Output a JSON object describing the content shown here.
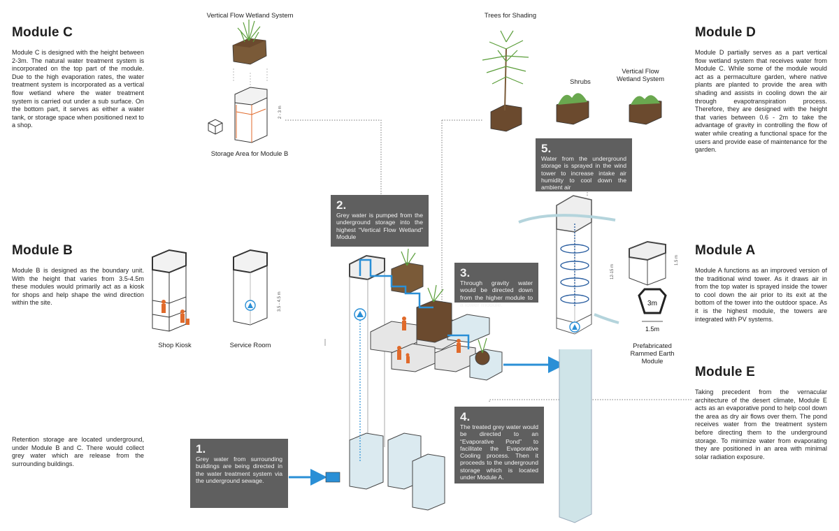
{
  "modules": {
    "c": {
      "title": "Module C",
      "text": "Module C is designed with the height between 2-3m. The natural water treatment system is incorporated on the top part of the module. Due to the high evaporation rates, the water treatment system is incorporated as a vertical flow wetland where the water treatment system is carried out under a sub surface. On the bottom part, it serves as either a water tank, or storage space when positioned next to a shop."
    },
    "b": {
      "title": "Module B",
      "text": "Module B is designed as the boundary unit. With the height that varies from 3.5-4.5m these modules would primarily act as a kiosk for shops and help shape the wind direction within the site."
    },
    "d": {
      "title": "Module D",
      "text": "Module D partially serves as a part vertical flow wetland system that receives water from Module C. While some of the module would act as a permaculture garden, where native plants are planted to provide the area with shading and assists in cooling down the air through evapotranspiration process. Therefore, they are designed with the height that varies between 0.6 - 2m to take the advantage of gravity in controlling the flow of water while creating a functional space for the users and provide ease of maintenance for the garden."
    },
    "a": {
      "title": "Module A",
      "text": "Module A functions as an improved version of the traditional wind tower. As it draws air in from the top water is sprayed inside the tower to cool down the air prior to its exit at the bottom of the tower into the outdoor space. As it is the highest module, the towers are integrated with PV systems."
    },
    "e": {
      "title": "Module E",
      "text": "Taking precedent from the vernacular architecture of the desert climate, Module E acts as an evaporative pond to help cool down the area as dry air flows over them. The pond receives water from the treatment system before directing them to the underground storage. To minimize water from evaporating they are positioned in an area with minimal solar radiation exposure."
    }
  },
  "retention_note": "Retention storage are located underground, under Module B and C. There would collect grey water which are release from the surrounding buildings.",
  "labels": {
    "vertical_flow_wetland_system": "Vertical Flow Wetland System",
    "storage_area": "Storage Area for Module B",
    "trees_for_shading": "Trees for Shading",
    "shrubs": "Shrubs",
    "vertical_flow_wetland_system_d": "Vertical Flow Wetland System",
    "shop_kiosk": "Shop Kiosk",
    "service_room": "Service Room",
    "prefab": "Prefabricated Rammed Earth Module",
    "dim_3m": "3m",
    "dim_1_5m": "1.5m",
    "dim_c": "2 - 3 m",
    "dim_b": "3.5 - 4.5 m",
    "dim_a": "12-15 m",
    "dim_prefab": "1.5 m"
  },
  "steps": [
    {
      "num": "1.",
      "text": "Grey water from surrounding buildings are being directed in the water treatment system via the underground sewage."
    },
    {
      "num": "2.",
      "text": "Grey water is pumped from the underground storage into the highest “Vertical Flow Wetland” Module"
    },
    {
      "num": "3.",
      "text": "Through gravity water would be directed down from the higher module to a lower module."
    },
    {
      "num": "4.",
      "text": "The treated grey water would be directed to an “Evaporative Pond” to facilitate the Evaporative Cooling process. Then it proceeds to the underground storage which is located under Module A."
    },
    {
      "num": "5.",
      "text": "Water from the underground storage is sprayed in the wind tower to increase intake air humidity to cool down the ambient air"
    }
  ],
  "colors": {
    "water": "#2a8fd6",
    "water_fill": "#cfe4e8",
    "person": "#e06a2b",
    "box": "#5f5f5f",
    "plant": "#5b9e3a",
    "soil": "#6b4a2e",
    "hex_top": "#d9d9d9"
  },
  "icons": [
    "box-icon",
    "triangle-up-icon",
    "hexagon-icon",
    "person-icon",
    "tree-icon",
    "plant-icon",
    "arrow-right-icon"
  ]
}
